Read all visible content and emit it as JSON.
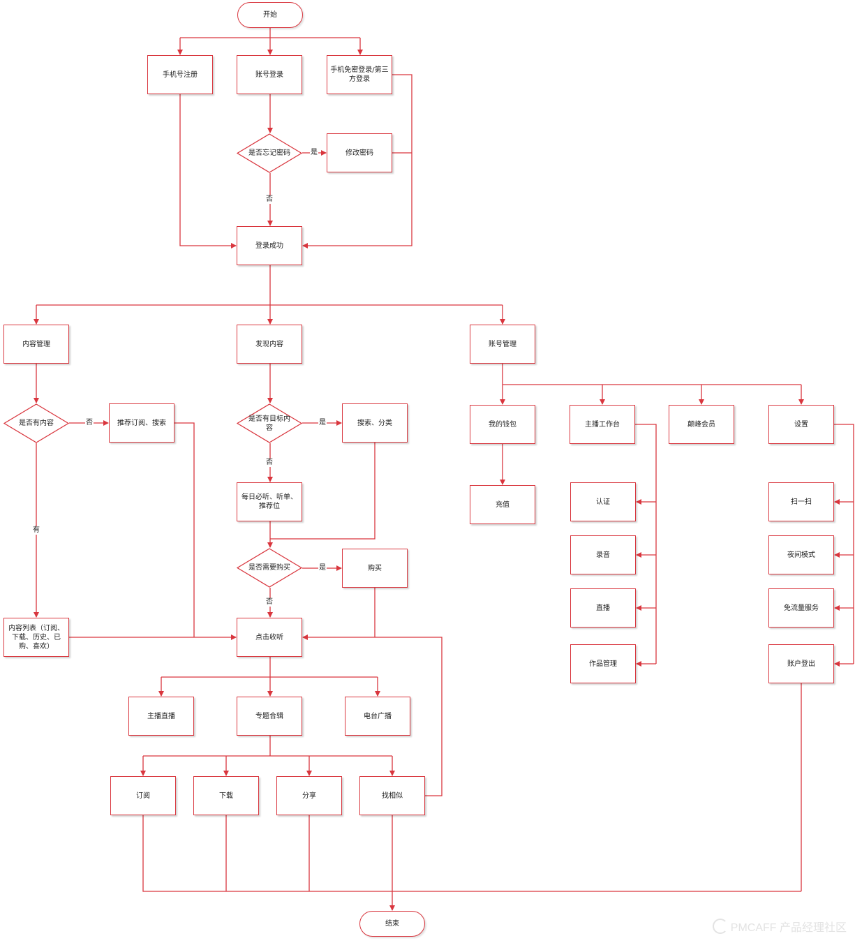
{
  "nodes": {
    "start": "开始",
    "phone_register": "手机号注册",
    "account_login": "账号登录",
    "phone_quick_login": "手机免密登录/第三方登录",
    "forgot_password_q": "是否忘记密码",
    "change_password": "修改密码",
    "login_success": "登录成功",
    "content_manage": "内容管理",
    "discover_content": "发现内容",
    "account_manage": "账号管理",
    "has_content_q": "是否有内容",
    "recommend_subscribe_search": "推荐订阅、搜索",
    "has_target_content_q": "是否有目标内容",
    "search_category": "搜索、分类",
    "daily_listen": "每日必听、听单、推荐位",
    "need_purchase_q": "是否需要购买",
    "purchase": "购买",
    "content_list": "内容列表（订阅、下载、历史、已购、喜欢）",
    "click_listen": "点击收听",
    "anchor_live": "主播直播",
    "topic_collection": "专题合辑",
    "radio_broadcast": "电台广播",
    "subscribe": "订阅",
    "download": "下载",
    "share": "分享",
    "find_similar": "找相似",
    "end": "结束",
    "my_wallet": "我的钱包",
    "recharge": "充值",
    "anchor_workbench": "主播工作台",
    "peak_member": "颠峰会员",
    "settings": "设置",
    "verify": "认证",
    "record": "录音",
    "live": "直播",
    "works_manage": "作品管理",
    "scan": "扫一扫",
    "night_mode": "夜间模式",
    "free_data_service": "免流量服务",
    "logout": "账户登出"
  },
  "edge_labels": {
    "forgot_yes": "是",
    "forgot_no": "否",
    "has_content_no": "否",
    "has_content_yes": "有",
    "target_yes": "是",
    "target_no": "否",
    "purchase_yes": "是",
    "purchase_no": "否"
  },
  "watermark": "PMCAFF 产品经理社区",
  "colors": {
    "stroke": "#d9363e",
    "text": "#222222",
    "background": "#ffffff"
  }
}
